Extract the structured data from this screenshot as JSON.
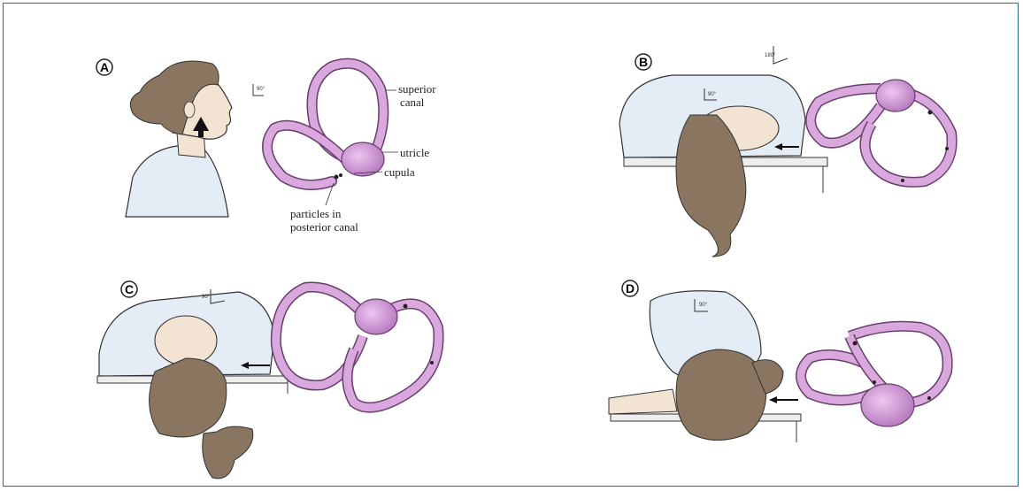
{
  "panels": [
    {
      "id": "A",
      "letter": "A"
    },
    {
      "id": "B",
      "letter": "B"
    },
    {
      "id": "C",
      "letter": "C"
    },
    {
      "id": "D",
      "letter": "D"
    }
  ],
  "labels": {
    "superior_canal_line1": "superior",
    "superior_canal_line2": "canal",
    "utricle": "utricle",
    "cupula": "cupula",
    "particles_line1": "particles in",
    "particles_line2": "posterior canal"
  },
  "angles": {
    "a": "90°",
    "b1": "90°",
    "b2": "180°",
    "c": "90°",
    "d": "90°"
  },
  "colors": {
    "canal_fill": "#d9a8dc",
    "canal_stroke": "#6a3d6f",
    "utricle_fill": "#c98fd0",
    "skin": "#f3e3d3",
    "hair": "#8a7560",
    "shirt": "#e4ecf5",
    "border": "#2a6f80"
  }
}
